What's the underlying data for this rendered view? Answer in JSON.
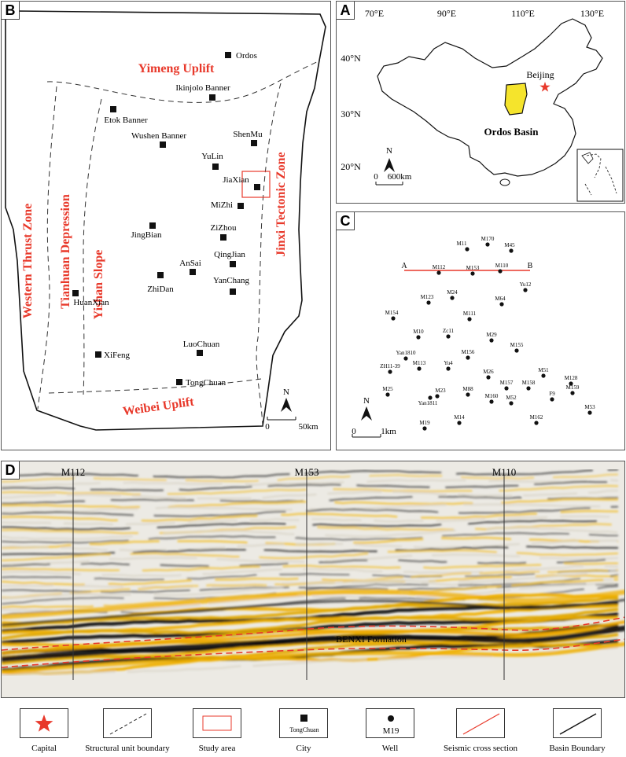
{
  "panels": {
    "A": "A",
    "B": "B",
    "C": "C",
    "D": "D"
  },
  "panel_b": {
    "structural_units": [
      {
        "name": "Yimeng Uplift"
      },
      {
        "name": "Western Thrust Zone"
      },
      {
        "name": "Tianhuan Depression"
      },
      {
        "name": "Yishan Slope"
      },
      {
        "name": "Jinxi Tectonic Zone"
      },
      {
        "name": "Weibei Uplift"
      }
    ],
    "cities": [
      {
        "name": "Ordos"
      },
      {
        "name": "Ikinjolo Banner"
      },
      {
        "name": "Etok Banner"
      },
      {
        "name": "Wushen Banner"
      },
      {
        "name": "ShenMu"
      },
      {
        "name": "YuLin"
      },
      {
        "name": "JiaXian"
      },
      {
        "name": "MiZhi"
      },
      {
        "name": "JingBian"
      },
      {
        "name": "ZiZhou"
      },
      {
        "name": "QingJian"
      },
      {
        "name": "AnSai"
      },
      {
        "name": "ZhiDan"
      },
      {
        "name": "YanChang"
      },
      {
        "name": "HuanXian"
      },
      {
        "name": "LuoChuan"
      },
      {
        "name": "XiFeng"
      },
      {
        "name": "TongChuan"
      }
    ],
    "north": "N",
    "scale_start": "0",
    "scale_end": "50km",
    "colors": {
      "unit_label": "#e8392b",
      "city": "#111111"
    }
  },
  "panel_a": {
    "lon_labels": [
      "70°E",
      "90°E",
      "110°E",
      "130°E"
    ],
    "lat_labels": [
      "40°N",
      "30°N",
      "20°N"
    ],
    "capital": "Beijing",
    "basin": "Ordos Basin",
    "north": "N",
    "scale_start": "0",
    "scale_end": "600km",
    "colors": {
      "basin_fill": "#f5e42c",
      "capital": "#e8392b"
    }
  },
  "panel_c": {
    "section_start": "A",
    "section_end": "B",
    "wells": [
      {
        "name": "M11"
      },
      {
        "name": "M170"
      },
      {
        "name": "M45"
      },
      {
        "name": "M112"
      },
      {
        "name": "M153"
      },
      {
        "name": "M110"
      },
      {
        "name": "Yu12"
      },
      {
        "name": "M24"
      },
      {
        "name": "M123"
      },
      {
        "name": "M64"
      },
      {
        "name": "M154"
      },
      {
        "name": "M111"
      },
      {
        "name": "M10"
      },
      {
        "name": "Zc11"
      },
      {
        "name": "M29"
      },
      {
        "name": "M155"
      },
      {
        "name": "Yan1810"
      },
      {
        "name": "M156"
      },
      {
        "name": "ZH11-39"
      },
      {
        "name": "M113"
      },
      {
        "name": "Yu4"
      },
      {
        "name": "M26"
      },
      {
        "name": "M51"
      },
      {
        "name": "M128"
      },
      {
        "name": "M157"
      },
      {
        "name": "M158"
      },
      {
        "name": "M25"
      },
      {
        "name": "M23"
      },
      {
        "name": "M88"
      },
      {
        "name": "Yan1811"
      },
      {
        "name": "M160"
      },
      {
        "name": "M52"
      },
      {
        "name": "F9"
      },
      {
        "name": "M159"
      },
      {
        "name": "M53"
      },
      {
        "name": "M14"
      },
      {
        "name": "M162"
      },
      {
        "name": "M19"
      }
    ],
    "north": "N",
    "scale_start": "0",
    "scale_end": "1km",
    "colors": {
      "section_line": "#e8392b"
    }
  },
  "panel_d": {
    "well_labels": [
      "M112",
      "M153",
      "M110"
    ],
    "formation": "BENXI Formation",
    "colors": {
      "peak": "#f0b000",
      "trough": "#111111",
      "horizon": "#e8392b"
    }
  },
  "legend": [
    {
      "label": "Capital",
      "icon": "red-star-icon"
    },
    {
      "label": "Structural unit boundary",
      "icon": "dashed-line-icon"
    },
    {
      "label": "Study  area",
      "icon": "red-rectangle-icon"
    },
    {
      "label": "City",
      "icon": "black-square-icon",
      "sample": "TongChuan"
    },
    {
      "label": "Well",
      "icon": "black-dot-icon",
      "sample": "M19"
    },
    {
      "label": "Seismic cross section",
      "icon": "red-line-icon"
    },
    {
      "label": "Basin Boundary",
      "icon": "black-line-icon"
    }
  ]
}
